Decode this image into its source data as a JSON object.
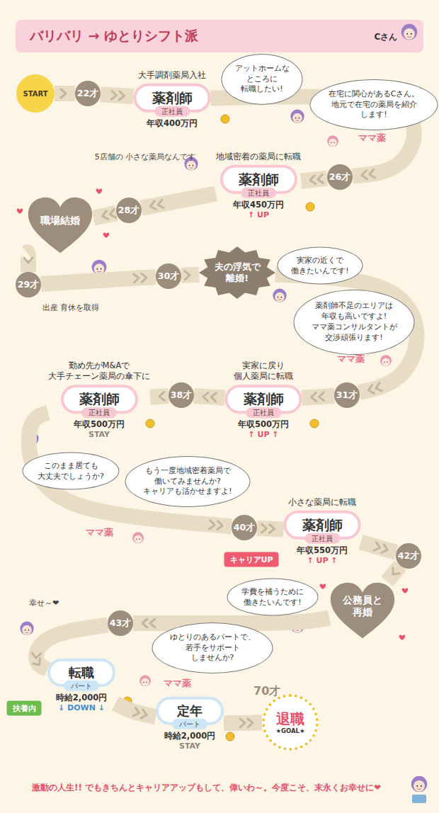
{
  "diagram": {
    "title": "バリバリ → ゆとりシフト派",
    "caption": "激動の人生!! でもきちんとキャリアアップもして、偉いわ～。今度こそ、末永くお幸せに❤",
    "nodes": [
      {
        "text": [
          "START"
        ]
      },
      {
        "text": [
          "22才"
        ]
      },
      {
        "text": [
          "大手調剤薬局入社",
          "薬剤師",
          "正社員",
          "年収400万円"
        ]
      },
      {
        "text": [
          "アットホームな ところに 転職したい!"
        ]
      },
      {
        "text": [
          "在宅に関心があるCさん。 地元で在宅の薬局を紹介 します!"
        ]
      },
      {
        "text": [
          "26才"
        ]
      },
      {
        "text": [
          "地域密着の薬局に転職",
          "薬剤師",
          "正社員",
          "年収450万円",
          "↑ UP"
        ]
      },
      {
        "text": [
          "28才"
        ]
      },
      {
        "text": [
          "職場結婚"
        ]
      },
      {
        "text": [
          "29才"
        ]
      },
      {
        "text": [
          "30才"
        ]
      },
      {
        "text": [
          "夫の浮気で 離婚!"
        ]
      },
      {
        "text": [
          "実家の近くで 働きたいんです!"
        ]
      },
      {
        "text": [
          "薬剤師不足のエリアは 年収も高いですよ! ママ薬コンサルタントが 交渉頑張ります!"
        ]
      },
      {
        "text": [
          "31才"
        ]
      },
      {
        "text": [
          "実家に戻り 個人薬局に転職",
          "薬剤師",
          "正社員",
          "年収500万円",
          "↑ UP ↑"
        ]
      },
      {
        "text": [
          "38才"
        ]
      },
      {
        "text": [
          "勤め先がM&Aで 大手チェーン薬局の傘下に",
          "薬剤師",
          "正社員",
          "年収500万円",
          "STAY"
        ]
      },
      {
        "text": [
          "このまま居ても 大丈夫でしょうか?"
        ]
      },
      {
        "text": [
          "もう一度地域密着薬局で 働いてみませんか? キャリアも活かせますよ!"
        ]
      },
      {
        "text": [
          "40才"
        ]
      },
      {
        "text": [
          "小さな薬局に転職",
          "薬剤師",
          "正社員",
          "年収550万円",
          "↑ UP ↑"
        ]
      },
      {
        "text": [
          "キャリアUP"
        ]
      },
      {
        "text": [
          "42才"
        ]
      },
      {
        "text": [
          "公務員と 再婚"
        ]
      },
      {
        "text": [
          "学費を補うために 働きたいんです!"
        ]
      },
      {
        "text": [
          "ゆとりのあるパートで、 若手をサポート しませんか?"
        ]
      },
      {
        "text": [
          "43才"
        ]
      },
      {
        "text": [
          "転職",
          "パート",
          "時給2,000円",
          "↓ DOWN ↓"
        ]
      },
      {
        "text": [
          "扶養内"
        ]
      },
      {
        "text": [
          "定年",
          "パート",
          "時給2,000円",
          "STAY"
        ]
      },
      {
        "text": [
          "70才",
          "退職",
          "★GOAL★"
        ]
      }
    ],
    "edges": [
      {
        "from": 0,
        "to": 1,
        "arrow": "to"
      },
      {
        "from": 1,
        "to": 2,
        "arrow": "to"
      },
      {
        "from": 2,
        "to": 5,
        "arrow": "to"
      },
      {
        "from": 5,
        "to": 6,
        "arrow": "to"
      },
      {
        "from": 6,
        "to": 7,
        "arrow": "to"
      },
      {
        "from": 7,
        "to": 8,
        "arrow": "to"
      },
      {
        "from": 8,
        "to": 9,
        "arrow": "to"
      },
      {
        "from": 9,
        "to": 10,
        "arrow": "to"
      },
      {
        "from": 10,
        "to": 11,
        "arrow": "to"
      },
      {
        "from": 11,
        "to": 14,
        "arrow": "to"
      },
      {
        "from": 14,
        "to": 15,
        "arrow": "to"
      },
      {
        "from": 15,
        "to": 16,
        "arrow": "to"
      },
      {
        "from": 16,
        "to": 17,
        "arrow": "to"
      },
      {
        "from": 17,
        "to": 20,
        "arrow": "to"
      },
      {
        "from": 20,
        "to": 21,
        "arrow": "to"
      },
      {
        "from": 21,
        "to": 23,
        "arrow": "to"
      },
      {
        "from": 23,
        "to": 24,
        "arrow": "to"
      },
      {
        "from": 24,
        "to": 27,
        "arrow": "to"
      },
      {
        "from": 27,
        "to": 28,
        "arrow": "to"
      },
      {
        "from": 28,
        "to": 30,
        "arrow": "to"
      },
      {
        "from": 30,
        "to": 31,
        "arrow": "to"
      }
    ],
    "labels": [
      "Cさん",
      "ママ薬",
      "5店舗の 小さな薬局なんです",
      "出産 育休を取得",
      "ママ薬",
      "ママ薬",
      "幸せ～❤",
      "ママ薬"
    ]
  }
}
